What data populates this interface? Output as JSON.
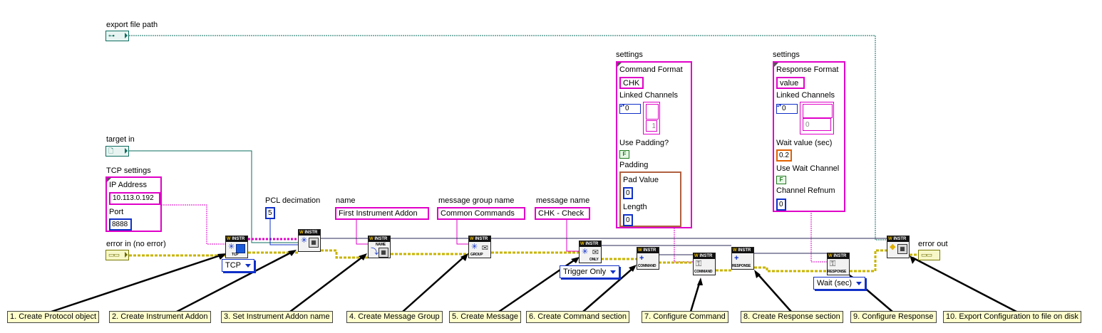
{
  "controls": {
    "export_file_path": {
      "label": "export file path",
      "icon": "path-icon",
      "glyph": "⊶"
    },
    "target_in": {
      "label": "target in",
      "icon": "refnum-icon",
      "glyph": "🗋"
    },
    "tcp_settings": {
      "label": "TCP settings",
      "ip_label": "IP Address",
      "ip_value": "10.113.0.192",
      "port_label": "Port",
      "port_value": "8888"
    },
    "error_in": {
      "label": "error in (no error)",
      "glyph": "▭▭"
    },
    "error_out": {
      "label": "error out",
      "glyph": "▭▭"
    },
    "pcl_decimation": {
      "label": "PCL decimation",
      "value": "5"
    },
    "name": {
      "label": "name",
      "value": "First Instrument Addon"
    },
    "message_group_name": {
      "label": "message group name",
      "value": "Common Commands"
    },
    "message_name": {
      "label": "message name",
      "value": "CHK - Check"
    }
  },
  "settings_command": {
    "label": "settings",
    "command_format_label": "Command Format",
    "command_format_value": "CHK",
    "linked_channels_label": "Linked Channels",
    "linked_index": "0",
    "linked_element": "1",
    "use_padding_label": "Use Padding?",
    "use_padding_value": "F",
    "padding_label": "Padding",
    "pad_value_label": "Pad Value",
    "pad_value": "0",
    "length_label": "Length",
    "length_value": "0"
  },
  "settings_response": {
    "label": "settings",
    "response_format_label": "Response Format",
    "response_format_value": "value",
    "linked_channels_label": "Linked Channels",
    "linked_index": "0",
    "linked_element": "0",
    "wait_value_label": "Wait value (sec)",
    "wait_value": "0.2",
    "use_wait_channel_label": "Use Wait Channel",
    "use_wait_channel_value": "F",
    "channel_refnum_label": "Channel Refnum",
    "channel_refnum_value": "0"
  },
  "rings": {
    "protocol": "TCP",
    "trigger": "Trigger Only",
    "wait": "Wait (sec)"
  },
  "subvis": {
    "header_text": "INSTR",
    "header_letter": "W",
    "create_protocol": {
      "sub": "TCP",
      "icon": "✳"
    },
    "create_addon": {
      "sub": "",
      "icon": "✳"
    },
    "set_name": {
      "sub": "NAME",
      "icon": "⤵"
    },
    "create_group": {
      "sub": "GROUP",
      "icon": "✉"
    },
    "create_message": {
      "sub": "ONLY",
      "icon": "✳"
    },
    "create_command": {
      "sub": "COMMAND",
      "icon": "+"
    },
    "configure_command": {
      "sub": "COMMAND",
      "icon": "⚿"
    },
    "create_response": {
      "sub": "RESPONSE",
      "icon": "+"
    },
    "configure_response": {
      "sub": "RESPONSE",
      "icon": "⚿"
    },
    "export": {
      "sub": "",
      "icon": "◆"
    }
  },
  "steps": [
    "1. Create Protocol object",
    "2. Create Instrument Addon",
    "3. Set Instrument Addon name",
    "4. Create Message Group",
    "5. Create Message",
    "6. Create Command section",
    "7. Configure Command",
    "8. Create Response section",
    "9. Configure Response",
    "10. Export Configuration to file on disk"
  ],
  "colors": {
    "string_wire": "#e000c8",
    "refnum_wire": "#0e6d5f",
    "error_wire": "#c8b400",
    "numeric_wire": "#1030c8",
    "object_wire": "#2a2a5a",
    "step_bg": "#ffffcc"
  }
}
